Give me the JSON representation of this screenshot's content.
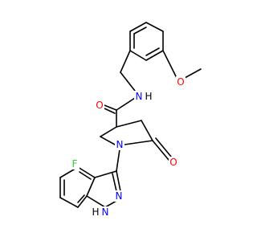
{
  "molecule": {
    "atom_labels": {
      "oxygen_amide": "O",
      "nitrogen_amide": "N",
      "hydrogen_amide": "H",
      "oxygen_methoxy": "O",
      "nitrogen_pyrrolidine": "N",
      "oxygen_lactam": "O",
      "fluorine": "F",
      "nitrogen_indazole": "N",
      "nitrogen_indazole_nh": "N",
      "hydrogen_indazole": "H"
    },
    "colors": {
      "bond": "#000000",
      "oxygen": "#ff0000",
      "nitrogen": "#0000ff",
      "fluorine": "#33cc33",
      "hydrogen": "#000000",
      "background": "#ffffff"
    }
  }
}
